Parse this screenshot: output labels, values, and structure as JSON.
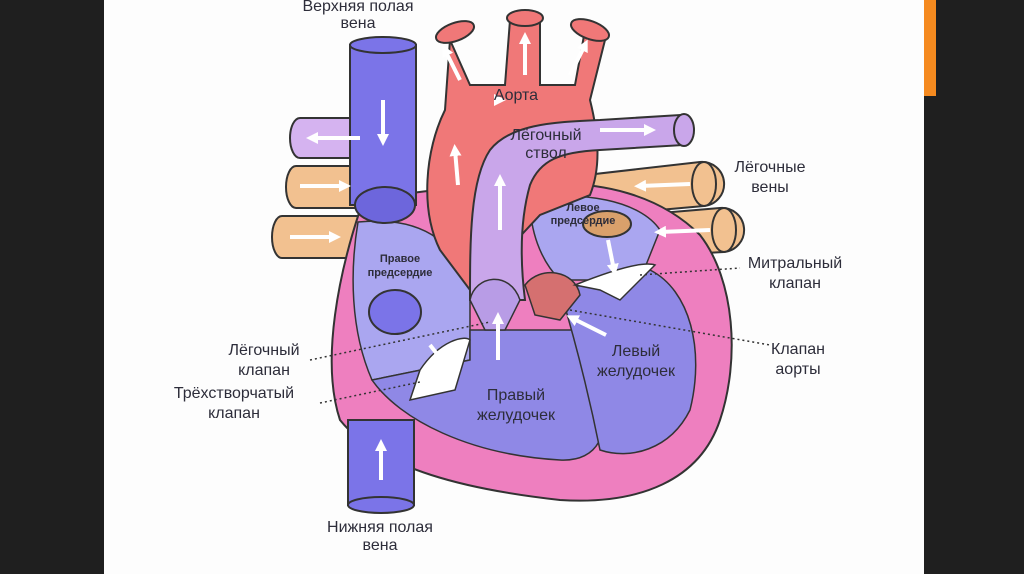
{
  "colors": {
    "slide_bg": "#ffffff",
    "outer_bg": "#1f1f1f",
    "accent_bar": "#f58a1f",
    "vena_cava": "#7b74e8",
    "aorta": "#f07878",
    "pulmonary_trunk": "#c9a6ea",
    "pulmonary_veins": "#f2c190",
    "myocardium": "#ee7fbf",
    "right_chambers": "#aaa6f0",
    "left_chambers": "#8f88e6"
  },
  "labels": {
    "superior_vena_cava": [
      "Верхняя полая",
      "вена"
    ],
    "aorta": "Аорта",
    "pulmonary_trunk": [
      "Лёгочный",
      "ствол"
    ],
    "pulmonary_veins": [
      "Лёгочные",
      "вены"
    ],
    "left_atrium": [
      "Левое",
      "предсердие"
    ],
    "right_atrium": [
      "Правое",
      "предсердие"
    ],
    "mitral_valve": [
      "Митральный",
      "клапан"
    ],
    "pulmonary_valve": [
      "Лёгочный",
      "клапан"
    ],
    "tricuspid_valve": [
      "Трёхстворчатый",
      "клапан"
    ],
    "aortic_valve": [
      "Клапан",
      "аорты"
    ],
    "left_ventricle": [
      "Левый",
      "желудочек"
    ],
    "right_ventricle": [
      "Правый",
      "желудочек"
    ],
    "inferior_vena_cava": [
      "Нижняя полая",
      "вена"
    ]
  }
}
